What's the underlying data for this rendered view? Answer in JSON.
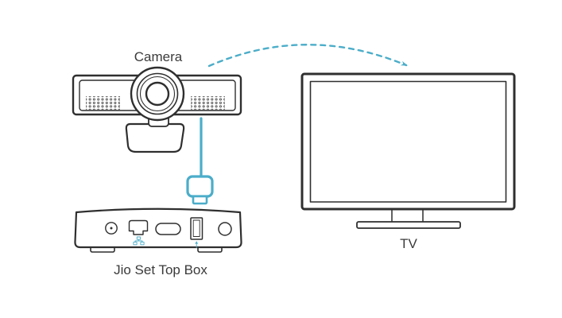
{
  "diagram": {
    "labels": {
      "camera": "Camera",
      "tv": "TV",
      "set_top_box": "Jio Set Top Box"
    },
    "colors": {
      "line": "#2f2f2f",
      "accent": "#4badc9",
      "text": "#3b3b3b",
      "background": "#ffffff"
    },
    "icons": {
      "camera": "camera-illustration",
      "set_top_box": "set-top-box-illustration",
      "tv": "tv-illustration",
      "usb_cable": "usb-cable-icon",
      "usb_plug": "usb-plug-icon",
      "wireless_link": "dashed-arrow-icon",
      "power_port": "power-port-icon",
      "ethernet_port": "ethernet-port-icon",
      "hdmi_port": "hdmi-port-icon",
      "usb_port": "usb-port-icon",
      "av_port": "av-port-icon"
    }
  }
}
